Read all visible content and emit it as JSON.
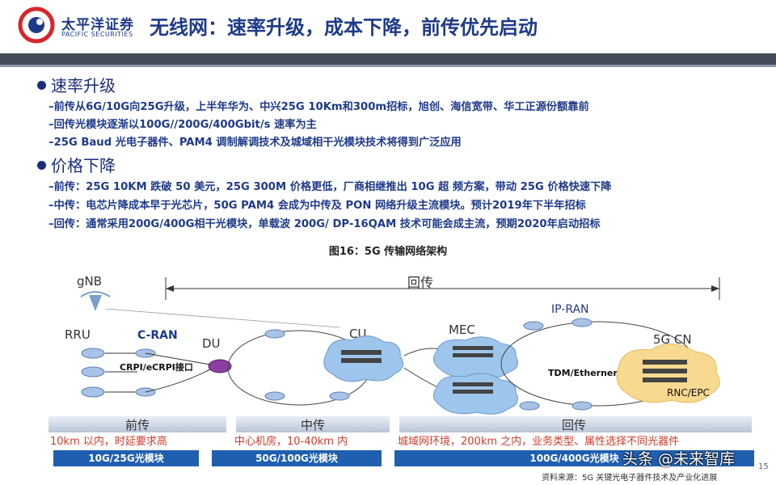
{
  "logo": {
    "name_cn": "太平洋证券",
    "name_en": "PACIFIC SECURITIES"
  },
  "title": "无线网：速率升级，成本下降，前传优先启动",
  "sections": [
    {
      "heading": "速率升级",
      "lines": [
        "–前传从6G/10G向25G升级，上半年华为、中兴25G 10Km和300m招标，旭创、海信宽带、华工正源份额靠前",
        "–回传光模块逐渐以100G//200G/400Gbit/s 速率为主",
        "–25G Baud 光电子器件、PAM4 调制解调技术及城域相干光模块技术将得到广泛应用"
      ]
    },
    {
      "heading": "价格下降",
      "lines": [
        "–前传：25G 10KM 跌破 50 美元，25G 300M 价格更低，厂商相继推出 10G 超 频方案，带动 25G 价格快速下降",
        "–中传：电芯片降成本早于光芯片，50G PAM4 会成为中传及 PON 网络升级主流模块。预计2019年下半年招标",
        "–回传：通常采用200G/400G相干光模块，单载波 200G/ DP-16QAM 技术可能会成主流，预期2020年启动招标"
      ]
    }
  ],
  "figure": {
    "caption": "图16：5G 传输网络架构",
    "labels": {
      "gnb": "gNB",
      "rru": "RRU",
      "cran": "C-RAN",
      "du": "DU",
      "cu": "CU",
      "mec": "MEC",
      "ipran": "IP-RAN",
      "cn5g": "5G CN",
      "cpri": "CRPI/eCRPI接口",
      "tdm": "TDM/Etherner",
      "rnc": "RNC/EPC",
      "backhaul_top": "回传",
      "fronthaul": "前传",
      "midhaul": "中传",
      "backhaul": "回传"
    },
    "notes": [
      "10km 以内，时延要求高",
      "中心机房，10-40km 内",
      "城域网环境，200km 之内，业务类型、属性选择不同光器件"
    ],
    "modules": [
      "10G/25G光模块",
      "50G/100G光模块",
      "100G/400G光模块"
    ]
  },
  "source": "资料来源：5G 关键光电子器件技术及产业化进展",
  "watermark": "头条 @未来智库",
  "page_number": "15",
  "colors": {
    "primary": "#1e3a8a",
    "accent_red": "#d23a2a",
    "module_blue": "#1f5fb0"
  }
}
